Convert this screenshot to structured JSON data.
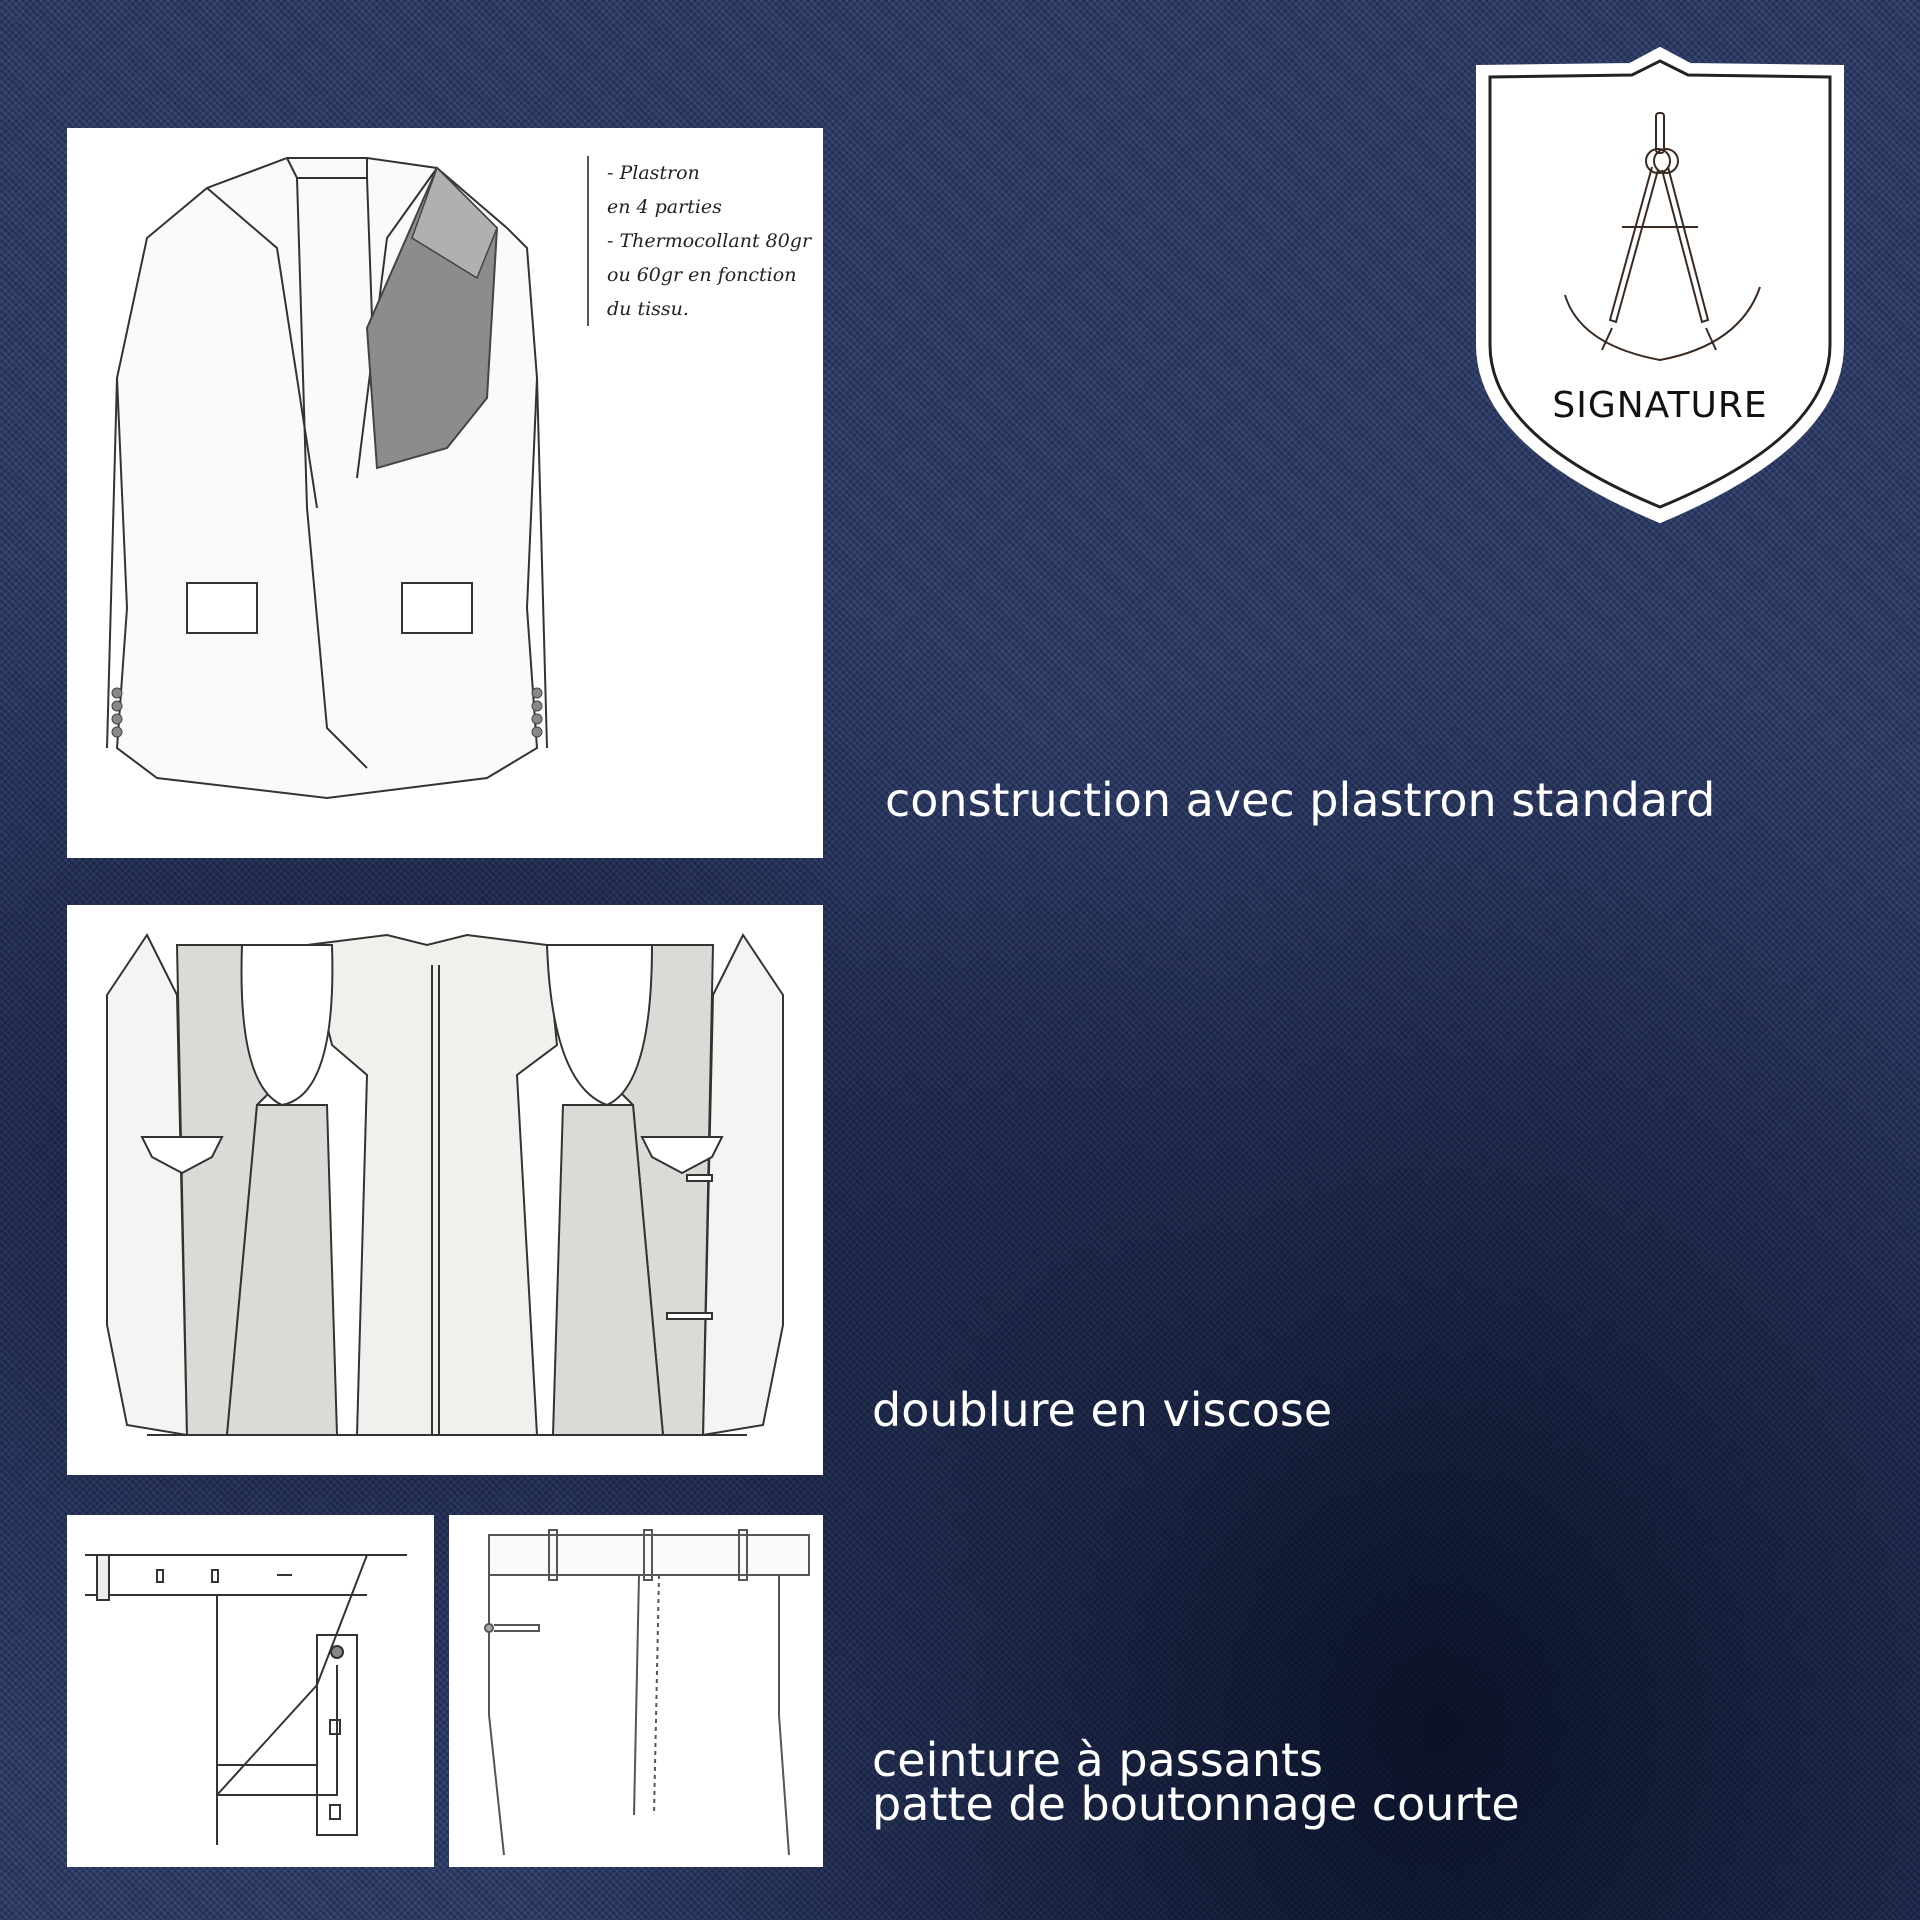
{
  "badge": {
    "label": "SIGNATURE",
    "icon": "compass-icon"
  },
  "panels": {
    "jacket_front": {
      "notes": [
        "- Plastron",
        "en 4 parties",
        "- Thermocollant 80gr",
        "ou 60gr en fonction",
        "du tissu."
      ]
    },
    "jacket_lining": {},
    "waistband_detail": {},
    "trouser_front": {}
  },
  "captions": {
    "construction": "construction avec plastron standard",
    "lining": "doublure en viscose",
    "waistband_line1": "ceinture à passants",
    "waistband_line2": "patte de boutonnage courte"
  },
  "colors": {
    "fabric": "#2a3966",
    "text": "#ffffff",
    "panel": "#ffffff"
  }
}
